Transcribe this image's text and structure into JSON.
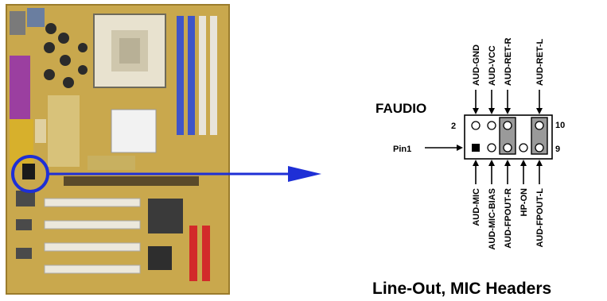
{
  "header": {
    "name": "FAUDIO",
    "pin1_label": "Pin1",
    "pin_num_2": "2",
    "pin_num_10": "10",
    "pin_num_9": "9"
  },
  "top_pins": [
    "AUD-GND",
    "AUD-VCC",
    "AUD-RET-R",
    "AUD-RET-L"
  ],
  "bottom_pins": [
    "AUD-MIC",
    "AUD-MIC-BIAS",
    "AUD-FPOUT-R",
    "HP-ON",
    "AUD-FPOUT-L"
  ],
  "caption": "Line-Out, MIC Headers",
  "colors": {
    "callout": "#1e2fd6",
    "jumper": "#9a9a9a",
    "pcb": "#c7a449"
  }
}
